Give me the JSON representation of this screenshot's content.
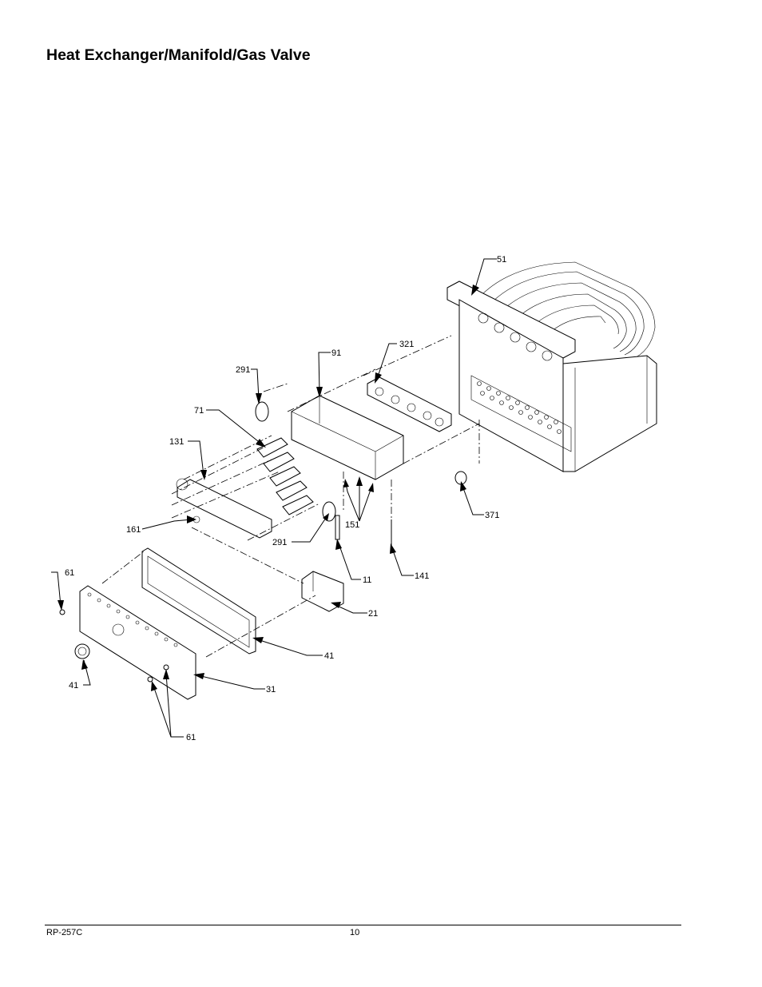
{
  "page": {
    "title": "Heat Exchanger/Manifold/Gas Valve",
    "doc_id": "RP-257C",
    "page_number": "10"
  },
  "diagram": {
    "callouts": {
      "c51": "51",
      "c321": "321",
      "c91": "91",
      "c291a": "291",
      "c71": "71",
      "c131": "131",
      "c161": "161",
      "c291b": "291",
      "c151": "151",
      "c371": "371",
      "c11": "11",
      "c141": "141",
      "c61a": "61",
      "c21": "21",
      "c41a": "41",
      "c41b": "41",
      "c31": "31",
      "c61b": "61"
    }
  }
}
